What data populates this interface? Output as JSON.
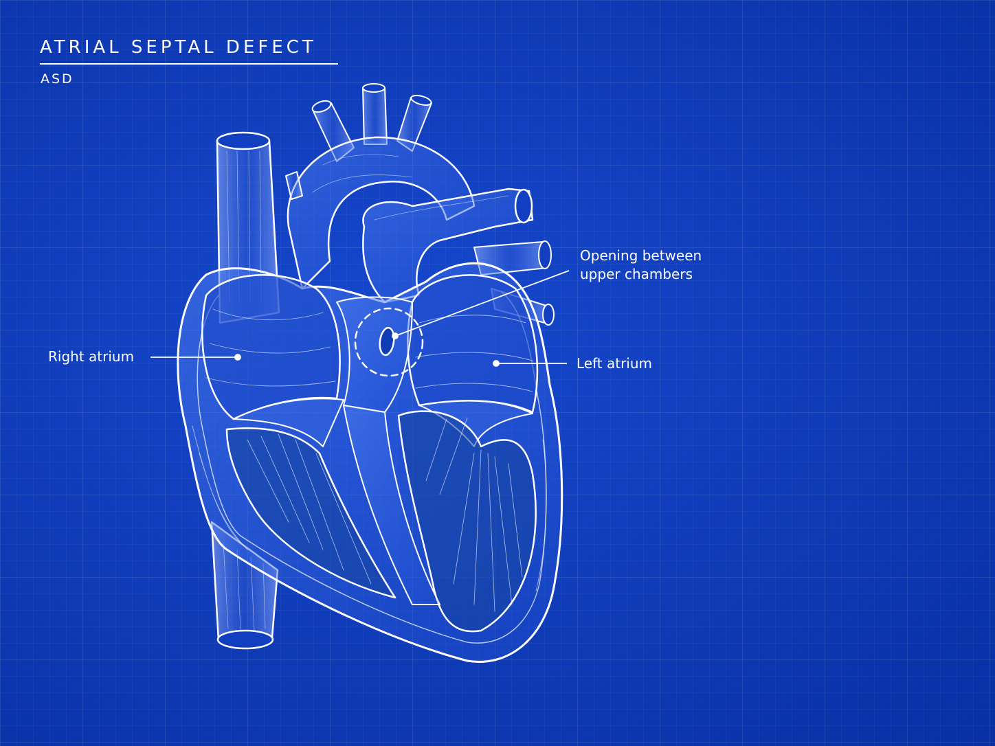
{
  "title": "ATRIAL SEPTAL DEFECT",
  "subtitle": "ASD",
  "labels": {
    "right_atrium": "Right atrium",
    "left_atrium": "Left atrium",
    "opening_line1": "Opening between",
    "opening_line2": "upper chambers"
  },
  "colors": {
    "background": "#0d3fc1",
    "line": "#ffffff"
  }
}
